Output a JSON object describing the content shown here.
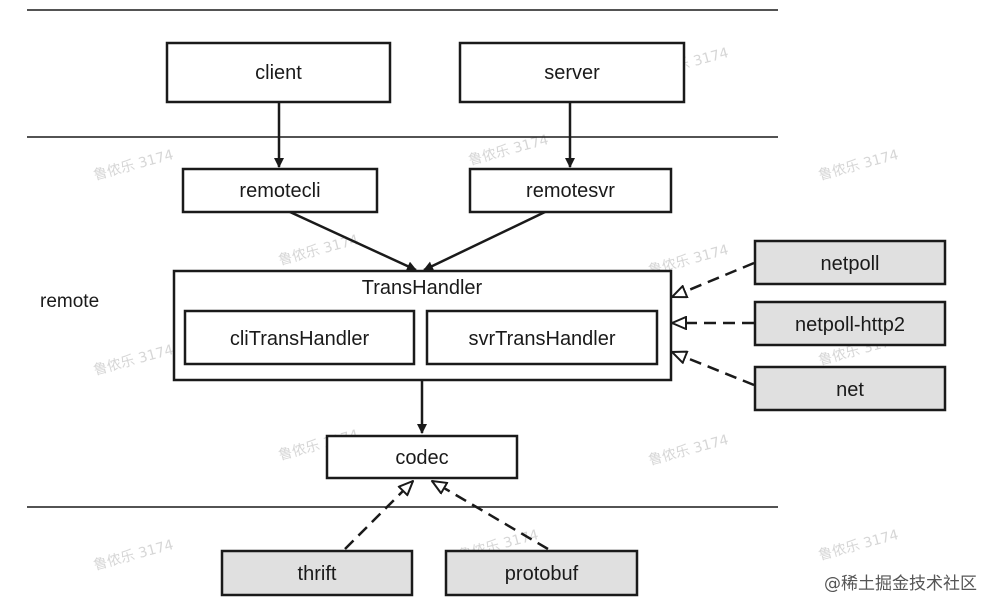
{
  "layers": {
    "middle_label": "remote"
  },
  "nodes": {
    "client": "client",
    "server": "server",
    "remotecli": "remotecli",
    "remotesvr": "remotesvr",
    "transhandler": "TransHandler",
    "clitranshandler": "cliTransHandler",
    "svrtranshandler": "svrTransHandler",
    "codec": "codec",
    "netpoll": "netpoll",
    "netpoll_http2": "netpoll-http2",
    "net": "net",
    "thrift": "thrift",
    "protobuf": "protobuf"
  },
  "credit": "@稀土掘金技术社区",
  "watermark": "鲁侬乐 3174",
  "colors": {
    "line": "#1a1a1a",
    "box_fill": "#ffffff",
    "impl_fill": "#e0e0e0",
    "watermark": "#d6d6d6"
  }
}
